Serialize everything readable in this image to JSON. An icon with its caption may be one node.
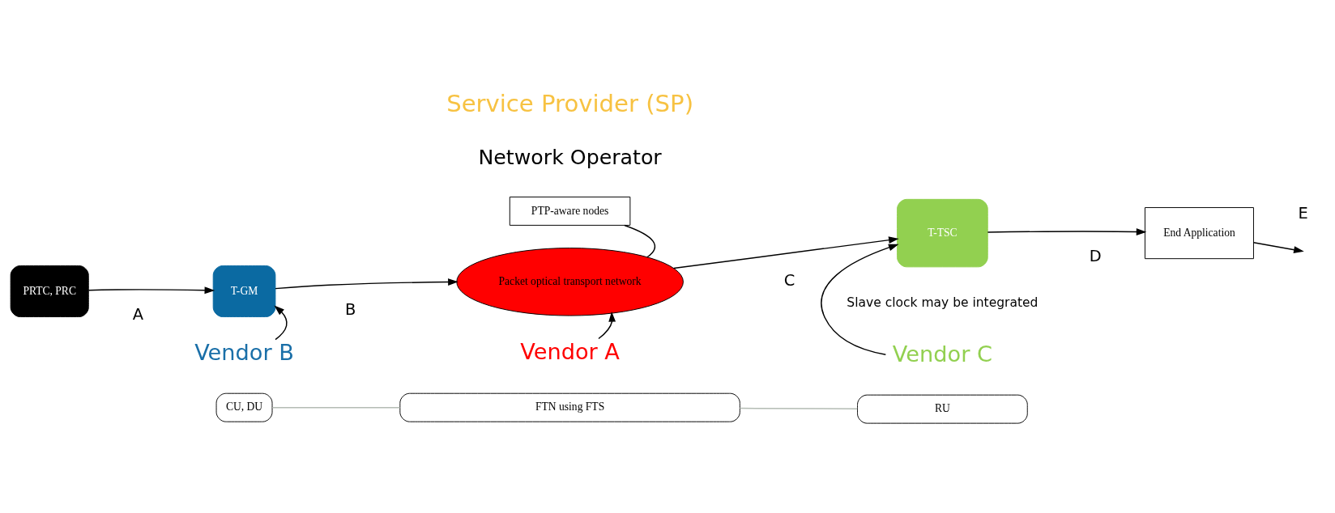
{
  "diagram": {
    "nodes": [
      {
        "text": [
          "PRTC, PRC"
        ]
      },
      {
        "text": [
          "T-GM"
        ]
      },
      {
        "text": [
          "Packet optical transport network"
        ]
      },
      {
        "text": [
          "T-TSC"
        ]
      },
      {
        "text": [
          "End Application"
        ]
      },
      {
        "text": [
          "PTP-aware nodes"
        ]
      },
      {
        "text": [
          "Vendor B"
        ]
      },
      {
        "text": [
          "Vendor A"
        ]
      },
      {
        "text": [
          "Vendor C"
        ]
      },
      {
        "text": [
          "CU, DU"
        ]
      },
      {
        "text": [
          "FTN using FTS"
        ]
      },
      {
        "text": [
          "RU"
        ]
      }
    ],
    "edges": [
      {
        "from": 0,
        "to": 1,
        "arrow": "to"
      },
      {
        "from": 1,
        "to": 2,
        "arrow": "to"
      },
      {
        "from": 2,
        "to": 3,
        "arrow": "to"
      },
      {
        "from": 3,
        "to": 4,
        "arrow": "to"
      },
      {
        "from": 4,
        "to": null,
        "arrow": "to"
      },
      {
        "from": 5,
        "to": 2,
        "arrow": "none"
      },
      {
        "from": 6,
        "to": 1,
        "arrow": "to"
      },
      {
        "from": 7,
        "to": 2,
        "arrow": "to"
      },
      {
        "from": 8,
        "to": 3,
        "arrow": "to"
      },
      {
        "from": 9,
        "to": 10,
        "arrow": "none",
        "color": "#b4bcb4"
      },
      {
        "from": 10,
        "to": 11,
        "arrow": "none",
        "color": "#b4bcb4"
      }
    ],
    "labels": [
      "Service Provider (SP)",
      "Network Operator",
      "A",
      "B",
      "C",
      "D",
      "E",
      "Slave clock may be integrated"
    ]
  }
}
